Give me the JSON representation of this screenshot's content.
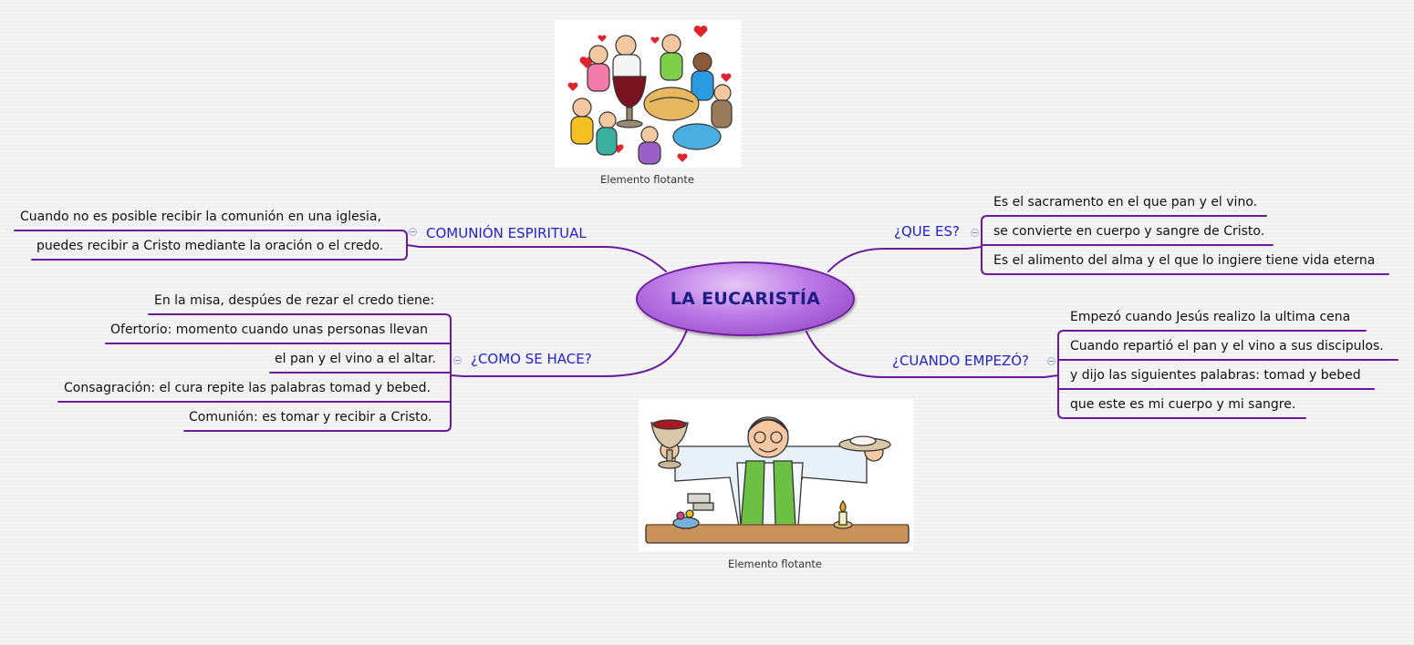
{
  "central": {
    "label": "LA EUCARISTÍA"
  },
  "branches": {
    "comunion": {
      "label": "COMUNIÓN ESPIRITUAL",
      "items": [
        "Cuando no es posible recibir la comunión en una iglesia,",
        "puedes recibir a Cristo mediante la oración o el credo."
      ]
    },
    "como": {
      "label": "¿COMO SE HACE?",
      "items": [
        "En la misa, despúes de rezar el credo tiene:",
        "Ofertorio: momento cuando unas personas llevan",
        "el pan y el vino a el altar.",
        "Consagración: el cura repite las palabras tomad y bebed.",
        "Comunión: es tomar y recibir a Cristo."
      ]
    },
    "que": {
      "label": "¿QUE ES?",
      "items": [
        "Es el sacramento en el que pan y el vino.",
        "se convierte en cuerpo y sangre de Cristo.",
        "Es el alimento del alma y el que lo ingiere tiene vida eterna"
      ]
    },
    "cuando": {
      "label": "¿CUANDO EMPEZÓ?",
      "items": [
        "Empezó cuando Jesús realizo la ultima cena",
        "Cuando repartió el pan y el vino a sus discipulos.",
        "y dijo las siguientes palabras: tomad y bebed",
        "que este es mi cuerpo y mi sangre."
      ]
    }
  },
  "floating": {
    "top_caption": "Elemento flotante",
    "bottom_caption": "Elemento flotante"
  },
  "colors": {
    "line": "#6a1b9a",
    "branch_text": "#2323c8",
    "node": "#b06fe0"
  },
  "icons": [
    "collapse-icon"
  ]
}
